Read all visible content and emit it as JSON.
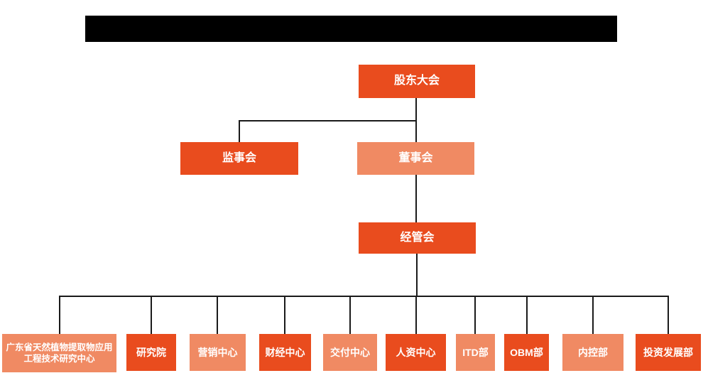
{
  "colors": {
    "primary_dark": "#E94C1E",
    "primary_light": "#F08A63",
    "connector_line": "#1A1A1A",
    "redacted_bar": "#000000",
    "node_text": "#FFFFFF",
    "background": "#FFFFFF"
  },
  "org": {
    "root": {
      "label": "股东大会",
      "variant": "dark"
    },
    "level2": [
      {
        "label": "监事会",
        "variant": "dark"
      },
      {
        "label": "董事会",
        "variant": "light"
      }
    ],
    "level3": {
      "label": "经管会",
      "variant": "dark"
    },
    "departments": [
      {
        "label": "广东省天然植物提取物应用工程技术研究中心",
        "variant": "light"
      },
      {
        "label": "研究院",
        "variant": "dark"
      },
      {
        "label": "营销中心",
        "variant": "light"
      },
      {
        "label": "财经中心",
        "variant": "dark"
      },
      {
        "label": "交付中心",
        "variant": "light"
      },
      {
        "label": "人资中心",
        "variant": "dark"
      },
      {
        "label": "ITD部",
        "variant": "light"
      },
      {
        "label": "OBM部",
        "variant": "dark"
      },
      {
        "label": "内控部",
        "variant": "light"
      },
      {
        "label": "投资发展部",
        "variant": "dark"
      }
    ],
    "hierarchy": {
      "股东大会": [
        "监事会",
        "董事会"
      ],
      "董事会": [
        "经管会"
      ],
      "经管会": [
        "广东省天然植物提取物应用工程技术研究中心",
        "研究院",
        "营销中心",
        "财经中心",
        "交付中心",
        "人资中心",
        "ITD部",
        "OBM部",
        "内控部",
        "投资发展部"
      ]
    }
  }
}
